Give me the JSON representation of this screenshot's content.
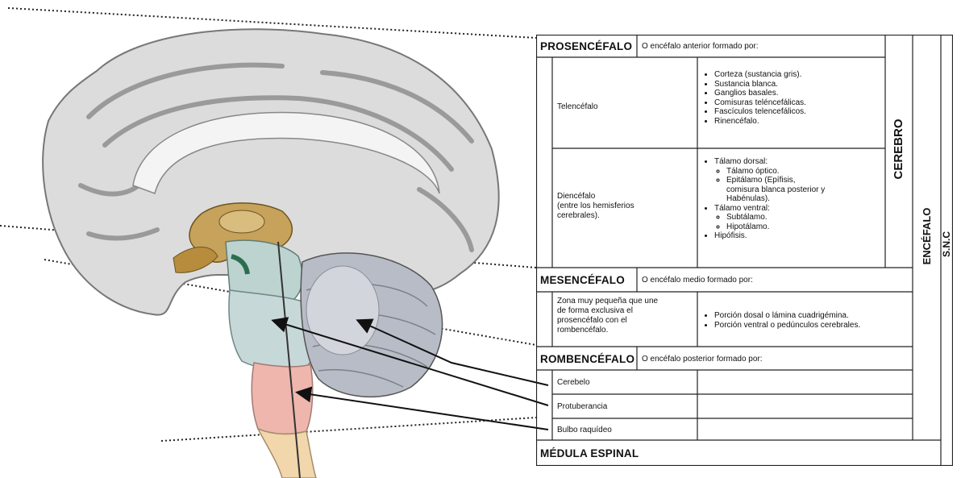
{
  "sections": {
    "prosencefalo": {
      "title": "PROSENCÉFALO",
      "desc": "O encéfalo anterior formado por:"
    },
    "mesencefalo": {
      "title": "MESENCÉFALO",
      "desc": "O encéfalo medio formado por:"
    },
    "rombencefalo": {
      "title": "ROMBENCÉFALO",
      "desc": "O encéfalo  posterior formado por:"
    },
    "medula": {
      "title": "MÉDULA ESPINAL"
    }
  },
  "telencefalo": {
    "name": "Telencéfalo",
    "items": [
      "Corteza (sustancia gris).",
      "Sustancia blanca.",
      "Ganglios basales.",
      "Comisuras teléncefálicas.",
      "Fascículos telencefálicos.",
      "Rinencéfalo."
    ]
  },
  "diencefalo": {
    "name_lines": [
      "Diencéfalo",
      "(entre los hemisferios",
      "cerebrales)."
    ],
    "dorsal": "Tálamo dorsal:",
    "dorsal_sub": [
      "Tálamo óptico.",
      "Epitálamo (Epífisis,"
    ],
    "dorsal_cont": [
      "comisura blanca posterior y",
      "Habénulas)."
    ],
    "ventral": "Tálamo ventral:",
    "ventral_sub": [
      "Subtálamo.",
      "Hipotálamo."
    ],
    "hipofisis": "Hipófisis."
  },
  "mesencefalo_detail": {
    "desc_lines": [
      "Zona muy pequeña que une",
      "de forma exclusiva el",
      "prosencéfalo con el",
      "rombencéfalo."
    ],
    "items": [
      "Porción dosal o lámina cuadrigémina.",
      "Porción ventral o pedúnculos cerebrales."
    ]
  },
  "rombencefalo_parts": [
    "Cerebelo",
    "Protuberancia",
    "Bulbo raquídeo"
  ],
  "side_labels": {
    "cerebro": "CEREBRO",
    "encefalo": "ENCÉFALO",
    "snc": "S.N.C"
  },
  "colors": {
    "cortex": "#dcdcdc",
    "diencephalon": "#c6a25a",
    "midbrain": "#bcd3cf",
    "pons": "#c7d8d8",
    "medulla": "#eeb6ad",
    "spinal_cord": "#f2d6ac",
    "cerebellum": "#b8bcc6"
  }
}
